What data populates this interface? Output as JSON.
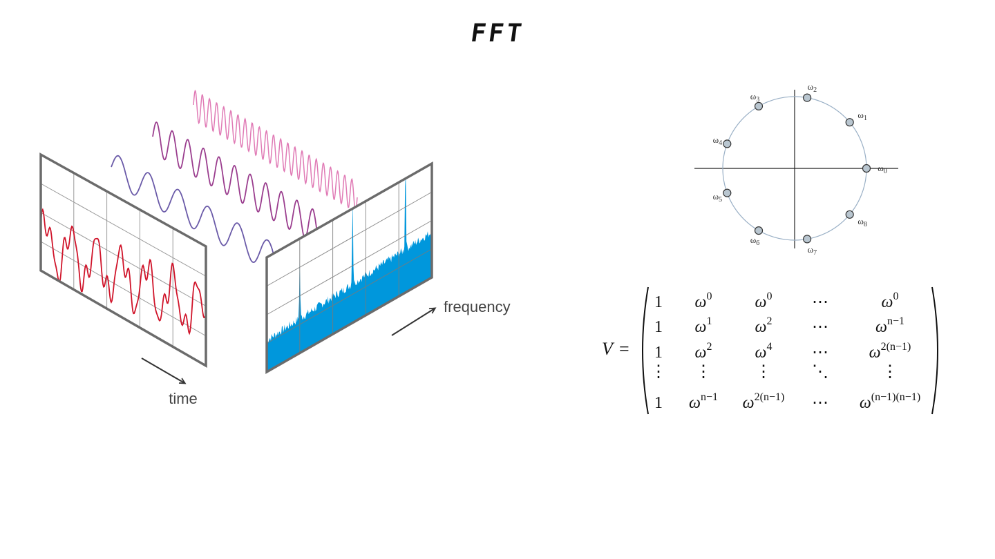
{
  "title": "FFT",
  "diagram": {
    "time_label": "time",
    "frequency_label": "frequency",
    "colors": {
      "signal": "#d0142a",
      "wave_low": "#6a5aa8",
      "wave_mid": "#9a3d8e",
      "wave_high": "#e07ab5",
      "spectrum": "#0097dc",
      "panel_frame": "#6b6b6b",
      "panel_grid": "#9a9a9a"
    }
  },
  "unit_circle": {
    "roots": [
      {
        "symbol": "ω",
        "sub": "0"
      },
      {
        "symbol": "ω",
        "sub": "1"
      },
      {
        "symbol": "ω",
        "sub": "2"
      },
      {
        "symbol": "ω",
        "sub": "3"
      },
      {
        "symbol": "ω",
        "sub": "4"
      },
      {
        "symbol": "ω",
        "sub": "5"
      },
      {
        "symbol": "ω",
        "sub": "6"
      },
      {
        "symbol": "ω",
        "sub": "7"
      },
      {
        "symbol": "ω",
        "sub": "8"
      }
    ]
  },
  "matrix": {
    "lhs": "V",
    "equals": "=",
    "rows": [
      [
        {
          "b": "1"
        },
        {
          "b": "ω",
          "e": "0"
        },
        {
          "b": "ω",
          "e": "0"
        },
        {
          "b": "⋯"
        },
        {
          "b": "ω",
          "e": "0"
        }
      ],
      [
        {
          "b": "1"
        },
        {
          "b": "ω",
          "e": "1"
        },
        {
          "b": "ω",
          "e": "2"
        },
        {
          "b": "⋯"
        },
        {
          "b": "ω",
          "e": "n−1"
        }
      ],
      [
        {
          "b": "1"
        },
        {
          "b": "ω",
          "e": "2"
        },
        {
          "b": "ω",
          "e": "4"
        },
        {
          "b": "⋯"
        },
        {
          "b": "ω",
          "e": "2(n−1)"
        }
      ],
      [
        {
          "b": "⋮"
        },
        {
          "b": "⋮"
        },
        {
          "b": "⋮"
        },
        {
          "b": "⋱"
        },
        {
          "b": "⋮"
        }
      ],
      [
        {
          "b": "1"
        },
        {
          "b": "ω",
          "e": "n−1"
        },
        {
          "b": "ω",
          "e": "2(n−1)"
        },
        {
          "b": "⋯"
        },
        {
          "b": "ω",
          "e": "(n−1)(n−1)"
        }
      ]
    ]
  }
}
